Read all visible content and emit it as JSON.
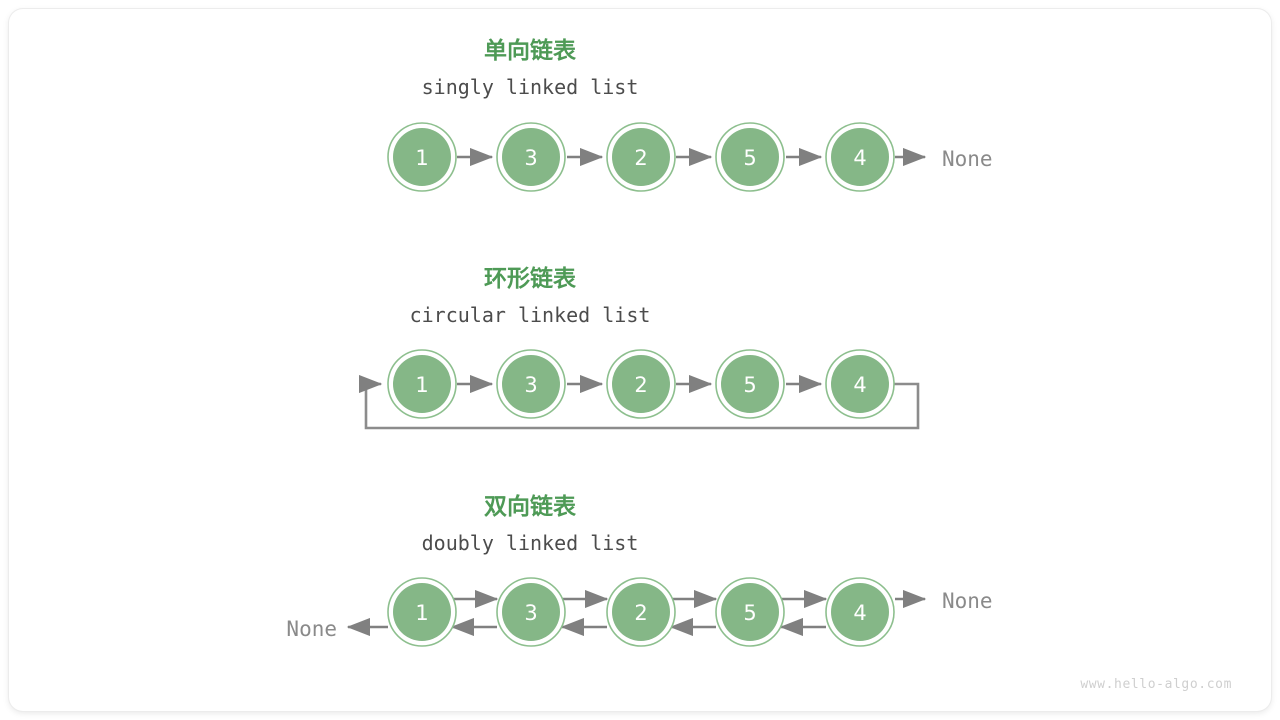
{
  "page": {
    "background": "#ffffff",
    "card_background": "#ffffff",
    "watermark": "www.hello-algo.com"
  },
  "colors": {
    "title_green": "#4e9a56",
    "node_fill": "#85b787",
    "node_ring": "#8dbf8e",
    "node_text": "#ffffff",
    "arrow_gray": "#808080",
    "subtitle_gray": "#4c4c4c",
    "none_gray": "#8a8a8a",
    "watermark_gray": "#cfcfcf"
  },
  "sections": [
    {
      "id": "singly",
      "title_cn": "单向链表",
      "title_en": "singly linked list",
      "nodes": [
        "1",
        "3",
        "2",
        "5",
        "4"
      ],
      "tail_label": "None",
      "head_label": null,
      "direction": "forward"
    },
    {
      "id": "circular",
      "title_cn": "环形链表",
      "title_en": "circular linked list",
      "nodes": [
        "1",
        "3",
        "2",
        "5",
        "4"
      ],
      "tail_label": null,
      "head_label": null,
      "direction": "forward-loop"
    },
    {
      "id": "doubly",
      "title_cn": "双向链表",
      "title_en": "doubly linked list",
      "nodes": [
        "1",
        "3",
        "2",
        "5",
        "4"
      ],
      "tail_label": "None",
      "head_label": "None",
      "direction": "bidirectional"
    }
  ]
}
